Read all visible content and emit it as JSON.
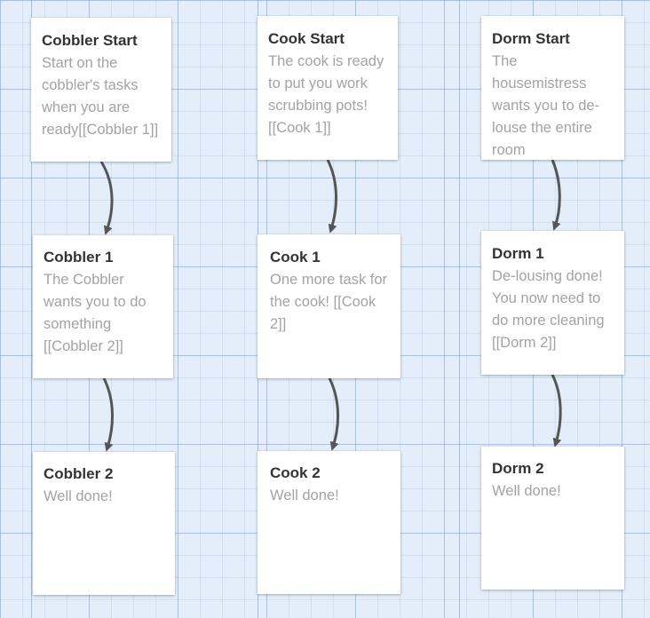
{
  "passages": {
    "cobbler_start": {
      "title": "Cobbler Start",
      "excerpt": "Start on the cobbler's tasks when you are ready[[Cobbler 1]]"
    },
    "cook_start": {
      "title": "Cook Start",
      "excerpt": "The cook is ready to put you work scrubbing pots! [[Cook 1]]"
    },
    "dorm_start": {
      "title": "Dorm Start",
      "excerpt": "The housemistress wants you to de-louse the entire room"
    },
    "cobbler_1": {
      "title": "Cobbler 1",
      "excerpt": "The Cobbler wants you to do something [[Cobbler 2]]"
    },
    "cook_1": {
      "title": "Cook 1",
      "excerpt": "One more task for the cook! [[Cook 2]]"
    },
    "dorm_1": {
      "title": "Dorm 1",
      "excerpt": "De-lousing done! You now need to do more cleaning [[Dorm 2]]"
    },
    "cobbler_2": {
      "title": "Cobbler 2",
      "excerpt": "Well done!"
    },
    "cook_2": {
      "title": "Cook 2",
      "excerpt": "Well done!"
    },
    "dorm_2": {
      "title": "Dorm 2",
      "excerpt": "Well done!"
    }
  },
  "colors": {
    "canvas_background": "#e4eefa",
    "card_background": "#ffffff",
    "title_text": "#333333",
    "excerpt_text": "#a3a3a3",
    "link_arrow": "#555555"
  }
}
